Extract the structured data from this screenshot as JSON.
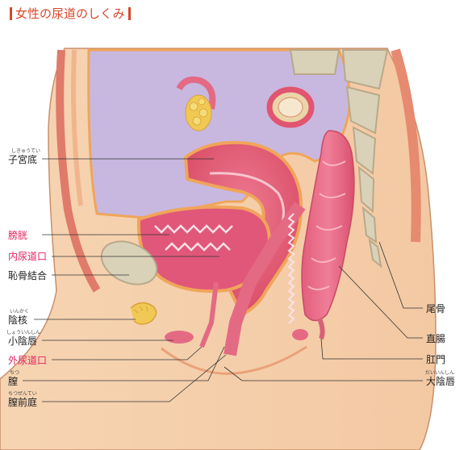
{
  "title": "女性の尿道のしくみ",
  "colors": {
    "title": "#d9472a",
    "highlight": "#e0245e",
    "bladder": "#e0577a",
    "skin": "#f7dcbf",
    "bone": "#d9d2b8",
    "cavity": "#c8b8e0"
  },
  "labels": {
    "uterine_fundus": {
      "text": "子宮底",
      "ruby": "しきゅうてい"
    },
    "bladder": {
      "text": "膀胱"
    },
    "internal_urethral_orifice": {
      "text": "内尿道口"
    },
    "pubic_symphysis": {
      "text": "恥骨結合"
    },
    "clitoris": {
      "text": "陰核",
      "ruby": "いんかく"
    },
    "labia_minora": {
      "text": "小陰唇",
      "ruby": "しょういんしん"
    },
    "external_urethral_orifice": {
      "text": "外尿道口"
    },
    "vagina": {
      "text": "膣",
      "ruby": "ちつ"
    },
    "vestibule": {
      "text": "膣前庭",
      "ruby": "ちつぜんてい"
    },
    "coccyx": {
      "text": "尾骨"
    },
    "rectum": {
      "text": "直腸"
    },
    "anus": {
      "text": "肛門"
    },
    "labia_majora": {
      "text": "大陰唇",
      "ruby": "だいいんしん"
    }
  }
}
